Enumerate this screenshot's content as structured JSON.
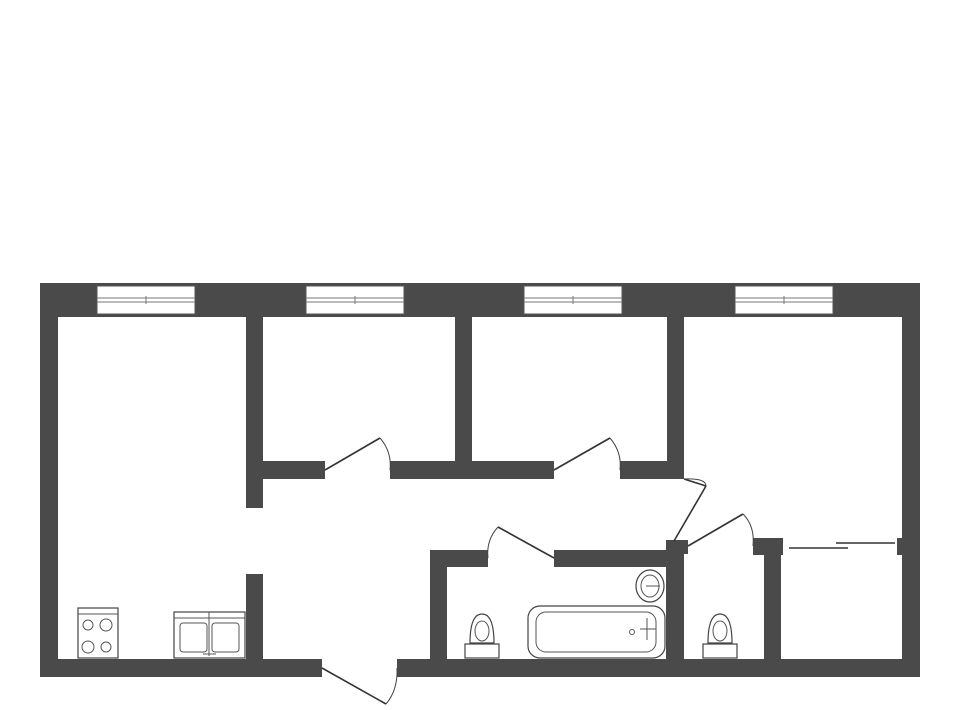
{
  "plan": {
    "wall_color": "#4a4a4a",
    "background_color": "#ffffff",
    "rooms": [
      "kitchen-living",
      "bedroom-1",
      "bedroom-2",
      "bedroom-3",
      "hallway",
      "bathroom",
      "toilet",
      "closet"
    ],
    "windows_count": 4,
    "doors_count": 8,
    "fixtures": [
      "stove-icon",
      "kitchen-sink-icon",
      "toilet-icon",
      "bathtub-icon",
      "washbasin-icon",
      "toilet-icon"
    ]
  }
}
